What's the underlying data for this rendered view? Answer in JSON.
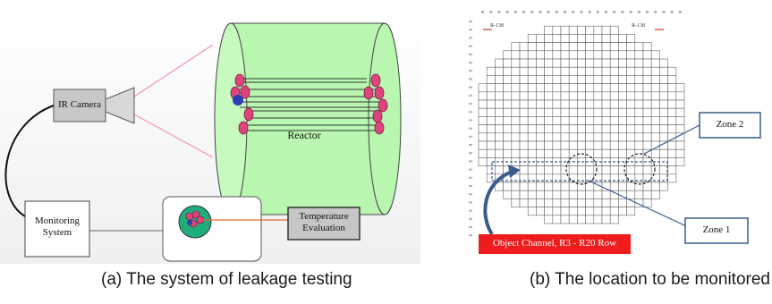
{
  "panel_a": {
    "camera_label": "IR Camera",
    "reactor_label": "Reactor",
    "monitoring_label_line1": "Monitoring",
    "monitoring_label_line2": "System",
    "temperature_label_line1": "Temperature",
    "temperature_label_line2": "Evaluation",
    "caption": "(a) The system of leakage testing",
    "colors": {
      "reactor_fill": "#b9f7b0",
      "tube_end": "#e0447f",
      "blue_marker": "#2a3fb5",
      "camera_fill": "#c8c8c8"
    }
  },
  "panel_b": {
    "left_marker": "R-138",
    "right_marker": "R-138",
    "zone1_label": "Zone 1",
    "zone2_label": "Zone 2",
    "object_label": "Object Channel, R3 - R20 Row",
    "caption": "(b) The location to be monitored",
    "colors": {
      "object_box": "#ee1c1c",
      "callout_border": "#3a5b8c",
      "arrow": "#3a5b8c"
    }
  }
}
